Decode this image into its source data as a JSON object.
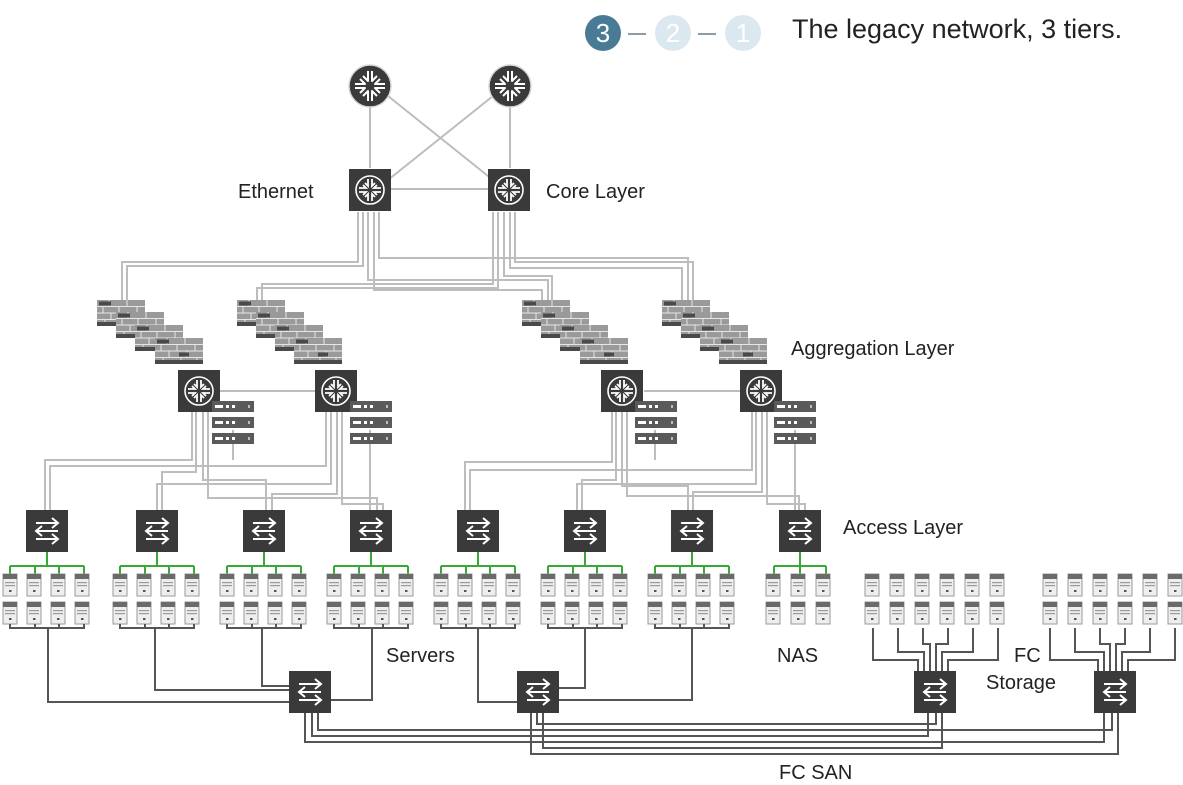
{
  "header": {
    "title": "The legacy network, 3 tiers.",
    "steps": [
      {
        "label": "3",
        "state": "active",
        "color": "#4a7b96"
      },
      {
        "label": "2",
        "state": "inactive",
        "color": "#dce8f0"
      },
      {
        "label": "1",
        "state": "inactive",
        "color": "#dce8f0"
      }
    ]
  },
  "labels": {
    "ethernet": "Ethernet",
    "core": "Core Layer",
    "aggregation": "Aggregation Layer",
    "access": "Access Layer",
    "servers": "Servers",
    "nas": "NAS",
    "fc_storage_1": "FC",
    "fc_storage_2": "Storage",
    "fc_san": "FC SAN"
  },
  "colors": {
    "device": "#3a3a3a",
    "ethernet_link": "#bdbdbd",
    "fc_link": "#555555",
    "access_link": "#39a935",
    "step_active": "#4a7b96",
    "step_inactive": "#dce8f0"
  },
  "icons": [
    "router-icon",
    "core-switch-icon",
    "firewall-icon",
    "service-appliance-icon",
    "access-switch-icon",
    "server-icon",
    "storage-icon",
    "fc-switch-icon"
  ]
}
